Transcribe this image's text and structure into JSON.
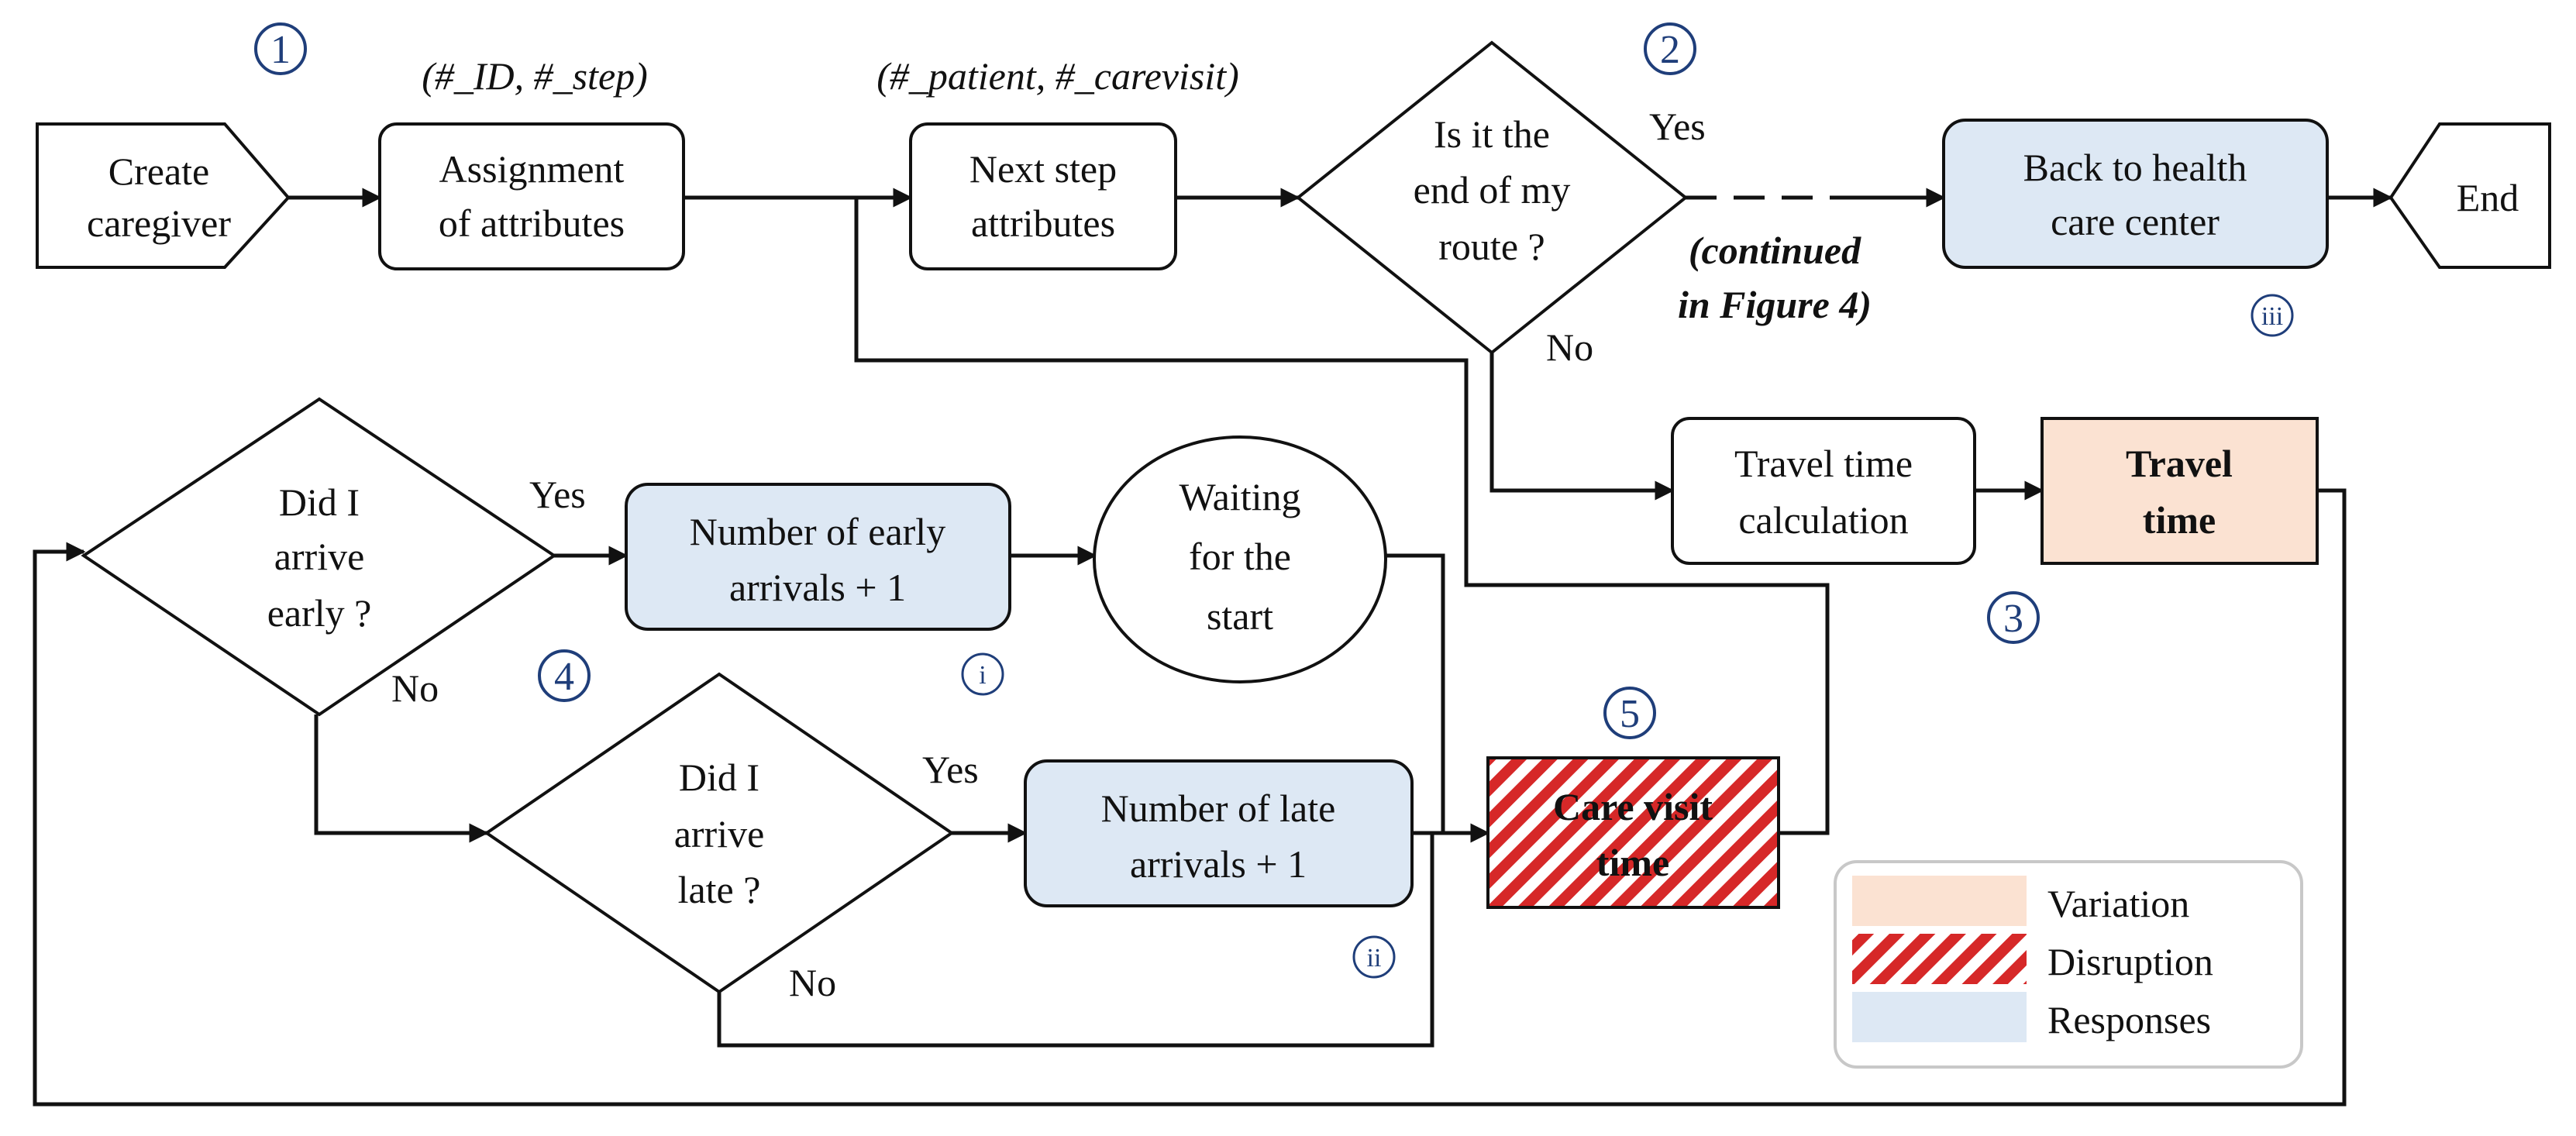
{
  "nodes": {
    "create_caregiver": [
      "Create",
      "caregiver"
    ],
    "assignment": [
      "Assignment",
      "of attributes"
    ],
    "next_step": [
      "Next step",
      "attributes"
    ],
    "end_route": [
      "Is it the",
      "end of my",
      "route ?"
    ],
    "back_center": [
      "Back to health",
      "care center"
    ],
    "end": "End",
    "travel_calc": [
      "Travel time",
      "calculation"
    ],
    "travel_time": [
      "Travel",
      "time"
    ],
    "arrive_early": [
      "Did I",
      "arrive",
      "early ?"
    ],
    "early_count": [
      "Number of early",
      "arrivals + 1"
    ],
    "waiting": [
      "Waiting",
      "for the",
      "start"
    ],
    "arrive_late": [
      "Did I",
      "arrive",
      "late ?"
    ],
    "late_count": [
      "Number of late",
      "arrivals + 1"
    ],
    "care_visit": [
      "Care visit",
      "time"
    ]
  },
  "annotations": {
    "attrs1": "(#_ID, #_step)",
    "attrs2": "(#_patient, #_carevisit)",
    "continued": [
      "(continued",
      "in Figure 4)"
    ]
  },
  "edges": {
    "yes": "Yes",
    "no": "No"
  },
  "markers": {
    "n1": "1",
    "n2": "2",
    "n3": "3",
    "n4": "4",
    "n5": "5",
    "r1": "i",
    "r2": "ii",
    "r3": "iii"
  },
  "legend": {
    "items": [
      {
        "label": "Variation",
        "style": "variation"
      },
      {
        "label": "Disruption",
        "style": "disruption"
      },
      {
        "label": "Responses",
        "style": "responses"
      }
    ]
  },
  "colors": {
    "responses": "#dde8f4",
    "variation": "#fbe2d2",
    "disruption": "#d62828",
    "marker": "#1f3e7a"
  }
}
